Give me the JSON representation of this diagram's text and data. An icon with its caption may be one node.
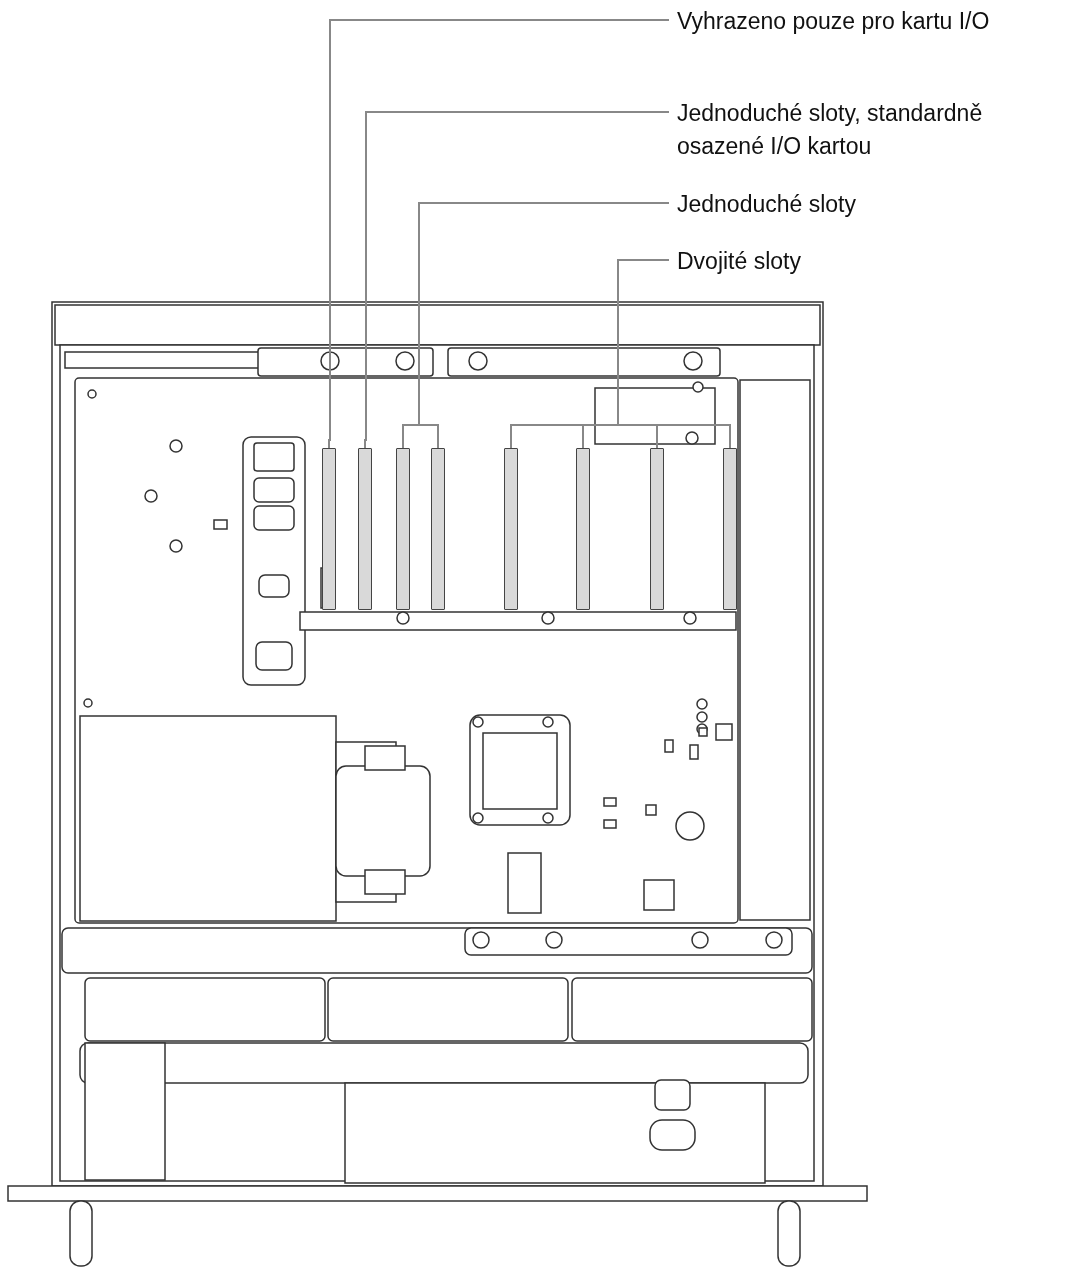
{
  "diagram": {
    "nodes": [
      {
        "text": [
          "Vyhrazeno pouze pro kartu I/O"
        ]
      },
      {
        "text": [
          "Jednoduché sloty, standardně osazené I/O kartou"
        ]
      },
      {
        "text": [
          "Jednoduché sloty"
        ]
      },
      {
        "text": [
          "Dvojité sloty"
        ]
      },
      {
        "text": [],
        "shape": "bar"
      },
      {
        "text": [],
        "shape": "bar"
      },
      {
        "text": [],
        "shape": "bar"
      },
      {
        "text": [],
        "shape": "bar"
      },
      {
        "text": [],
        "shape": "bar"
      },
      {
        "text": [],
        "shape": "bar"
      },
      {
        "text": [],
        "shape": "bar"
      },
      {
        "text": [],
        "shape": "bar"
      }
    ],
    "edges": [
      {
        "from": 0,
        "to": 4,
        "arrow": "none"
      },
      {
        "from": 1,
        "to": 5,
        "arrow": "none"
      },
      {
        "from": 2,
        "to": 6,
        "arrow": "none"
      },
      {
        "from": 2,
        "to": 7,
        "arrow": "none"
      },
      {
        "from": 3,
        "to": 8,
        "arrow": "none"
      },
      {
        "from": 3,
        "to": 9,
        "arrow": "none"
      },
      {
        "from": 3,
        "to": 10,
        "arrow": "none"
      },
      {
        "from": 3,
        "to": 11,
        "arrow": "none"
      }
    ]
  }
}
